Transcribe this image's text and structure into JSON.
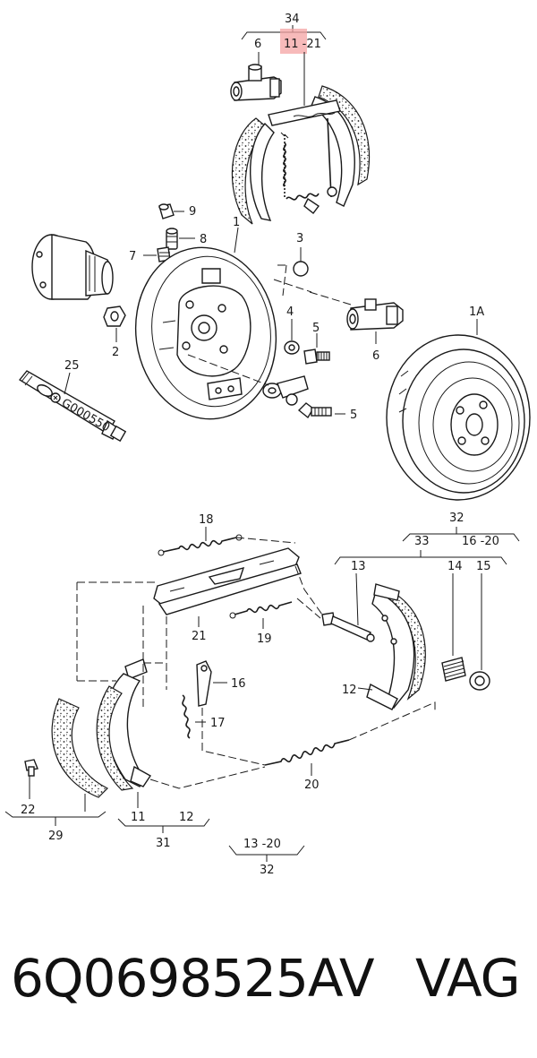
{
  "diagram": {
    "callouts": {
      "c34": "34",
      "c6a": "6",
      "c11_21": "11 -21",
      "c9": "9",
      "c8": "8",
      "c7": "7",
      "c1": "1",
      "c3": "3",
      "c4": "4",
      "c5a": "5",
      "c5b": "5",
      "c6b": "6",
      "c1A": "1A",
      "c2": "2",
      "c25": "25",
      "c18": "18",
      "c32a": "32",
      "c33": "33",
      "c16_20": "16 -20",
      "c13": "13",
      "c14": "14",
      "c15": "15",
      "c21": "21",
      "c19": "19",
      "c16": "16",
      "c17": "17",
      "c12a": "12",
      "c20": "20",
      "c22": "22",
      "c29": "29",
      "c11": "11",
      "c12b": "12",
      "c31": "31",
      "c13_20": "13 -20",
      "c32b": "32"
    },
    "tube_text": "G000550",
    "highlight_color": "#f4a3a3"
  },
  "footer": {
    "part_number": "6Q0698525AV",
    "brand": "VAG"
  }
}
